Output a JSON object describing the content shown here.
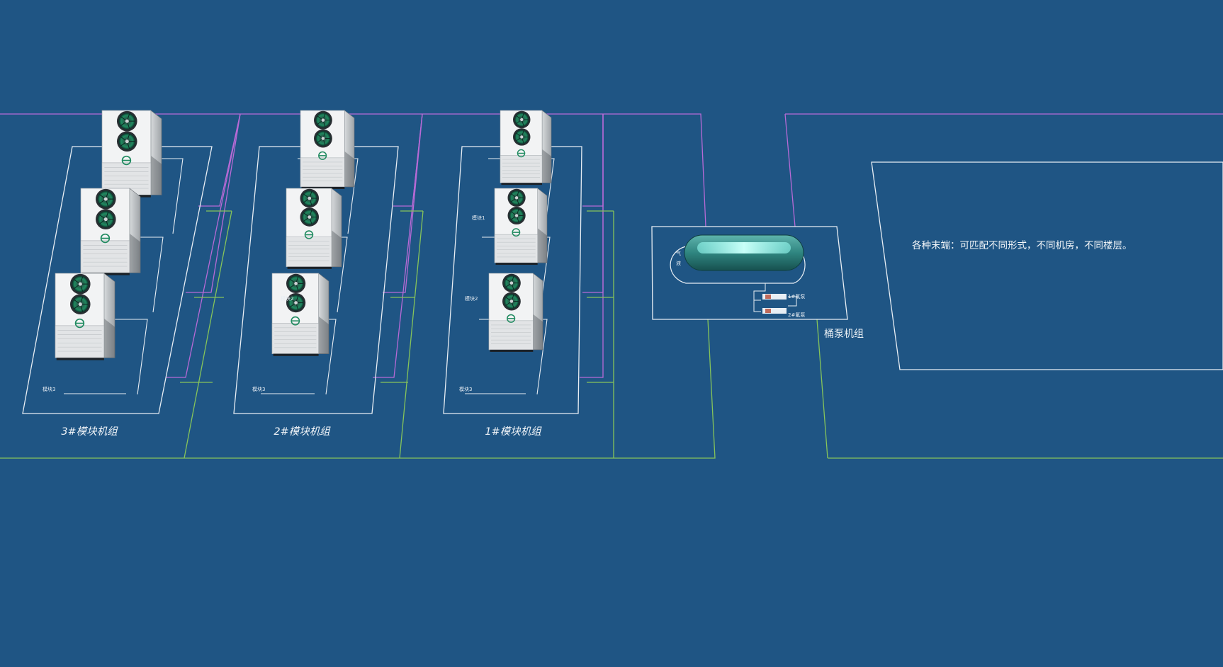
{
  "colors": {
    "background": "#1f5584",
    "frame_line": "#e8eef4",
    "magenta_pipe": "#b86ad6",
    "green_pipe": "#86c45a",
    "tank_glow": "#7ff0e6",
    "fan_green": "#1f8a5f"
  },
  "groups": [
    {
      "label": "3#模块机组",
      "modules": [
        "",
        "",
        "模块3"
      ]
    },
    {
      "label": "2#模块机组",
      "modules": [
        "",
        "模块2",
        "模块3"
      ]
    },
    {
      "label": "1#模块机组",
      "modules": [
        "模块1",
        "模块2",
        "模块3"
      ]
    }
  ],
  "pump_unit": {
    "label": "桶泵机组",
    "tank_gas_label": "气",
    "tank_liquid_label": "液",
    "pumps": [
      "1#氟泵",
      "2#氟泵"
    ]
  },
  "terminals": {
    "text": "各种末端：可匹配不同形式，不同机房，不同楼层。"
  },
  "icons": [
    "fan-icon",
    "brand-logo-icon",
    "pump-icon",
    "tank-icon"
  ]
}
